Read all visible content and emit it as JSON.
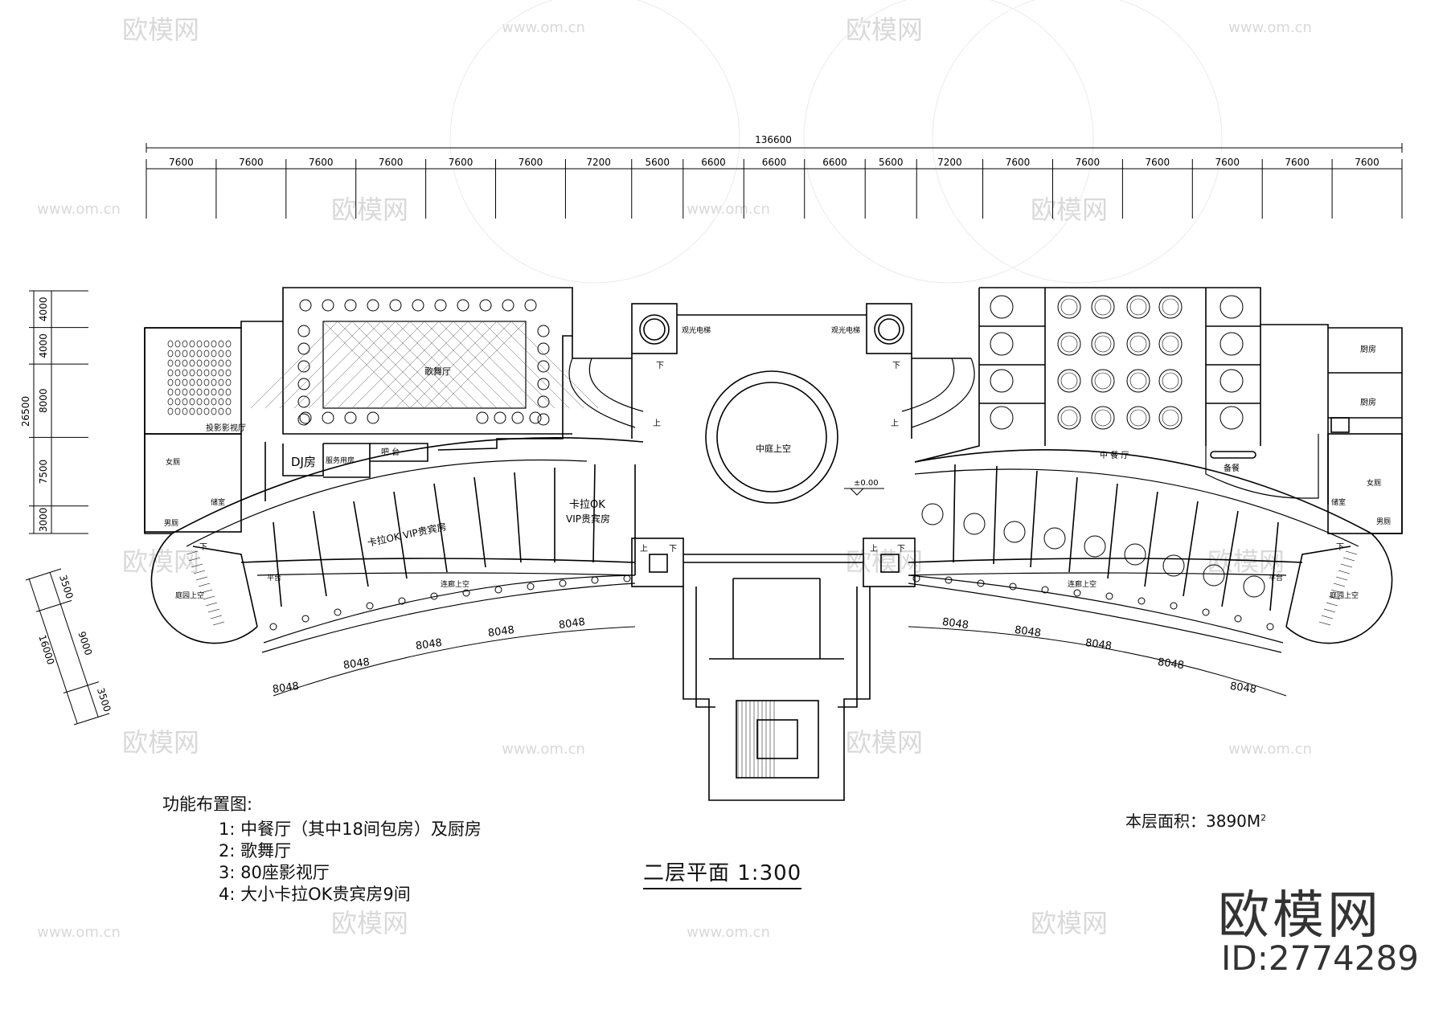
{
  "top_dimensions": {
    "total": "136600",
    "segments": [
      "7600",
      "7600",
      "7600",
      "7600",
      "7600",
      "7600",
      "7200",
      "5600",
      "6600",
      "6600",
      "6600",
      "5600",
      "7200",
      "7600",
      "7600",
      "7600",
      "7600",
      "7600",
      "7600"
    ]
  },
  "left_dimensions": {
    "total": "26500",
    "segments": [
      "4000",
      "4000",
      "8000",
      "7500",
      "3000"
    ]
  },
  "diagonal_dimensions": {
    "total": "16000",
    "segments": [
      "3500",
      "9000",
      "3500"
    ]
  },
  "bottom_span": "8048",
  "rooms": {
    "dance_hall": "歌舞厅",
    "projection_hall": "投影影视厅",
    "dj_room": "DJ房",
    "service_room": "服务用房",
    "bar": "吧  台",
    "karaoke_vip_left": "卡拉OK VIP贵宾房",
    "karaoke_vip_right_1": "卡拉OK",
    "karaoke_vip_right_2": "VIP贵宾房",
    "atrium": "中庭上空",
    "sightseeing_elevator": "观光电梯",
    "level": "±0.00",
    "chinese_restaurant": "中  餐  厅",
    "kitchen": "厨房",
    "prep": "备餐",
    "courtyard": "庭园上空",
    "platform": "平台",
    "corridor": "连廊上空",
    "female_wc": "女厕",
    "male_wc": "男厕",
    "storage": "储室",
    "stair_down": "下",
    "stair_up": "上"
  },
  "legend": {
    "title": "功能布置图:",
    "items": [
      "1: 中餐厅（其中18间包房）及厨房",
      "2: 歌舞厅",
      "3: 80座影视厅",
      "4: 大小卡拉OK贵宾房9间"
    ]
  },
  "floor_area": {
    "label": "本层面积：3890M",
    "sup": "2"
  },
  "caption": "二层平面 1:300",
  "brand": {
    "name": "欧模网",
    "id": "ID:2774289"
  },
  "watermarks": {
    "logo": "欧模网",
    "url": "www.om.cn",
    "url_short": "om.cn"
  }
}
